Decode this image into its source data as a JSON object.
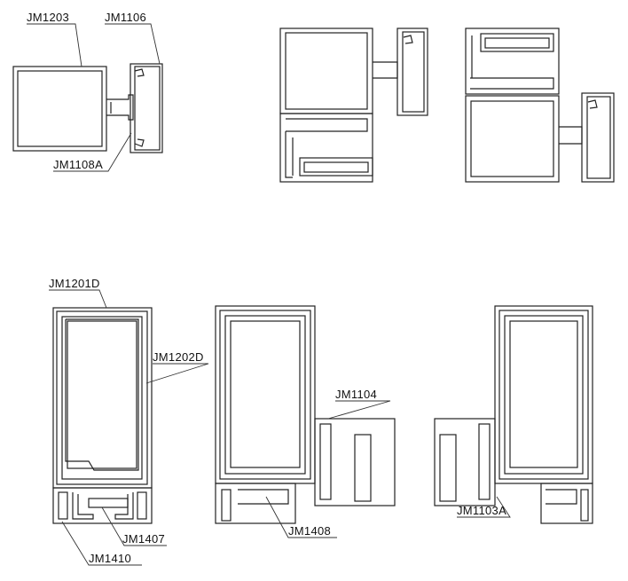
{
  "labels": {
    "jm1203": "JM1203",
    "jm1106": "JM1106",
    "jm1108a": "JM1108A",
    "jm1201d": "JM1201D",
    "jm1202d": "JM1202D",
    "jm1407": "JM1407",
    "jm1410": "JM1410",
    "jm1104": "JM1104",
    "jm1408": "JM1408",
    "jm1103a": "JM1103A"
  }
}
